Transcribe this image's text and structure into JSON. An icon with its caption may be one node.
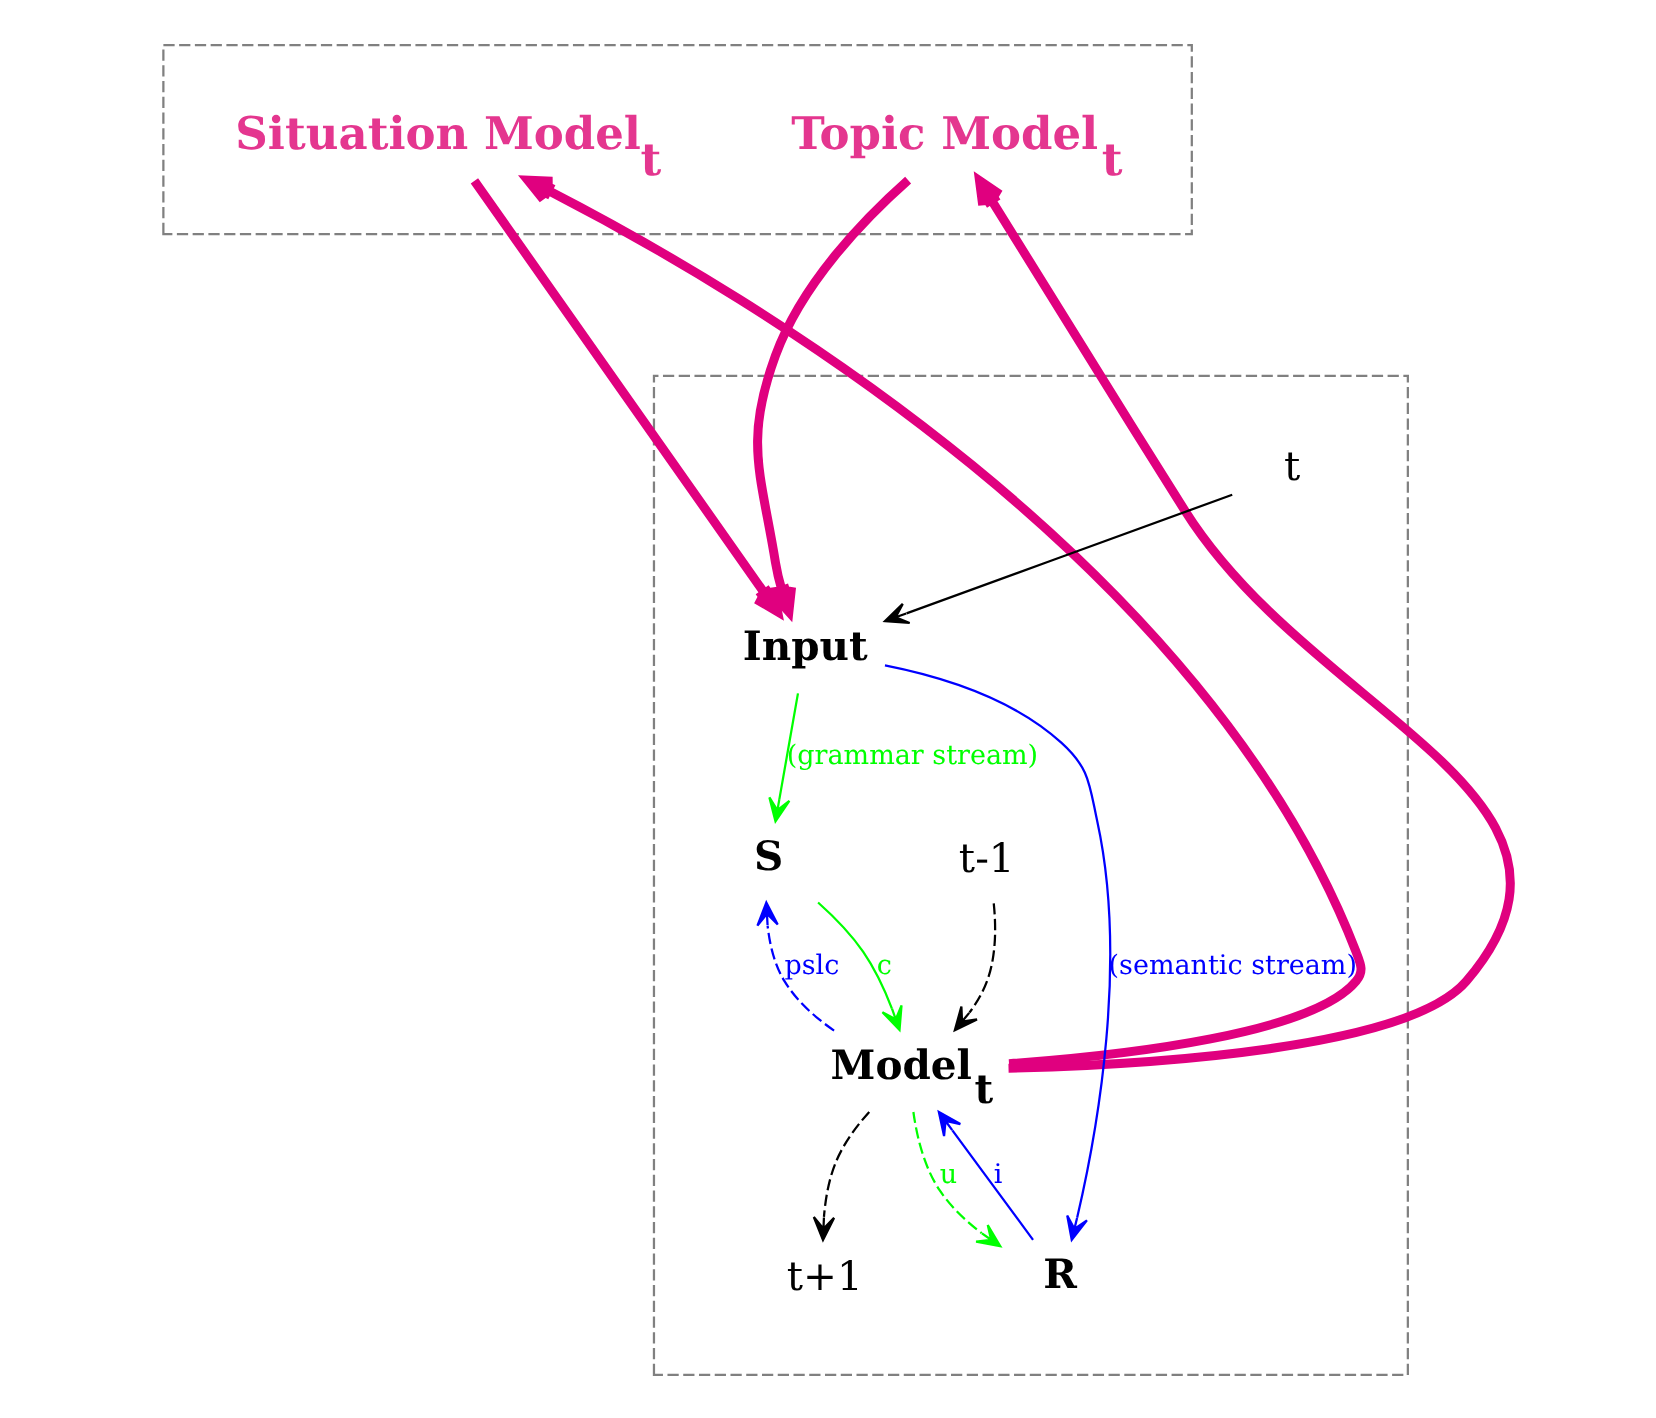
{
  "diagram": {
    "nodes": [
      {
        "text": [],
        "shape": "parallelogram"
      },
      {
        "text": [
          "Situation Model$_{t}$"
        ],
        "in": 0
      },
      {
        "text": [
          "Topic Model$_{t}$"
        ],
        "in": 0
      },
      {
        "text": [],
        "shape": "parallelogram"
      },
      {
        "text": [
          "t-1"
        ],
        "in": 3
      },
      {
        "text": [
          "S"
        ],
        "in": 3
      },
      {
        "text": [
          "Model$_{t}$"
        ],
        "in": 3
      },
      {
        "text": [
          "t+1"
        ],
        "in": 3
      },
      {
        "text": [
          "Input"
        ],
        "in": 3
      },
      {
        "text": [
          "R"
        ],
        "in": 3
      },
      {
        "text": [
          "t"
        ],
        "in": 3
      }
    ],
    "edges": [
      {
        "from": 2,
        "to": 8,
        "arrow": "to",
        "style": "thick",
        "color": "#e0007f"
      },
      {
        "from": 1,
        "to": 8,
        "arrow": "to",
        "style": "thick",
        "color": "#e0007f"
      },
      {
        "from": 6,
        "to": 2,
        "arrow": "to",
        "style": "thick",
        "color": "#e0007f"
      },
      {
        "from": 6,
        "to": 1,
        "arrow": "to",
        "style": "thick",
        "color": "#e0007f"
      },
      {
        "from": 4,
        "to": 6,
        "arrow": "to",
        "style": "dashed",
        "color": "#000000"
      },
      {
        "from": 6,
        "to": 7,
        "arrow": "to",
        "style": "dashed",
        "color": "#000000"
      },
      {
        "from": 10,
        "to": 8,
        "arrow": "to",
        "color": "#000000"
      },
      {
        "from": 5,
        "to": 6,
        "arrow": "to",
        "label": "c",
        "color": "#00ff00"
      },
      {
        "from": 6,
        "to": 5,
        "arrow": "to",
        "label": "pslc",
        "style": "dashed",
        "color": "#0000ff"
      },
      {
        "from": 8,
        "to": 5,
        "arrow": "to",
        "label": "(grammar stream)",
        "color": "#00ff00"
      },
      {
        "from": 6,
        "to": 9,
        "arrow": "to",
        "label": "u",
        "style": "dashed",
        "color": "#00ff00"
      },
      {
        "from": 9,
        "to": 6,
        "arrow": "to",
        "label": "i",
        "color": "#0000ff"
      },
      {
        "from": 8,
        "to": 9,
        "arrow": "to",
        "label": "(semantic stream)",
        "color": "#0000ff"
      }
    ]
  }
}
